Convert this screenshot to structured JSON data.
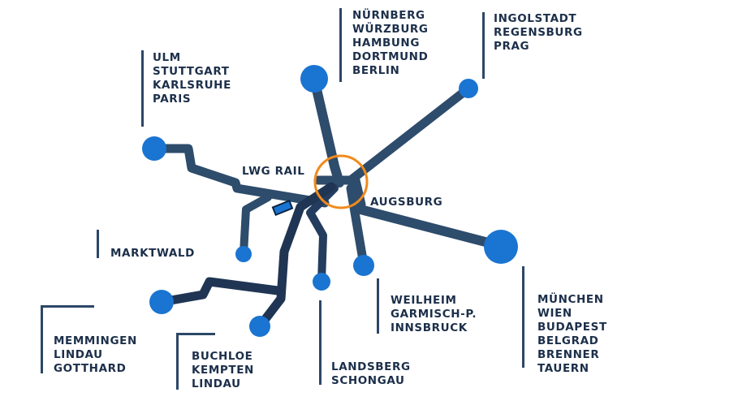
{
  "hub": {
    "name": "LWG RAIL",
    "city": "AUGSBURG"
  },
  "colors": {
    "track": "#2e4c6b",
    "track_dark": "#1f3553",
    "station": "#1a74d1",
    "hub_ring": "#f08a1c",
    "text": "#1c2f4a"
  },
  "destinations": {
    "north": [
      "NÜRNBERG",
      "WÜRZBURG",
      "HAMBUNG",
      "DORTMUND",
      "BERLIN"
    ],
    "northeast": [
      "INGOLSTADT",
      "REGENSBURG",
      "PRAG"
    ],
    "northwest": [
      "ULM",
      "STUTTGART",
      "KARLSRUHE",
      "PARIS"
    ],
    "west": [
      "MARKTWALD"
    ],
    "southwest": [
      "MEMMINGEN",
      "LINDAU",
      "GOTTHARD"
    ],
    "south_west": [
      "BUCHLOE",
      "KEMPTEN",
      "LINDAU"
    ],
    "south": [
      "LANDSBERG",
      "SCHONGAU"
    ],
    "south_east": [
      "WEILHEIM",
      "GARMISCH-P.",
      "INNSBRUCK"
    ],
    "east": [
      "MÜNCHEN",
      "WIEN",
      "BUDAPEST",
      "BELGRAD",
      "BRENNER",
      "TAUERN"
    ]
  }
}
